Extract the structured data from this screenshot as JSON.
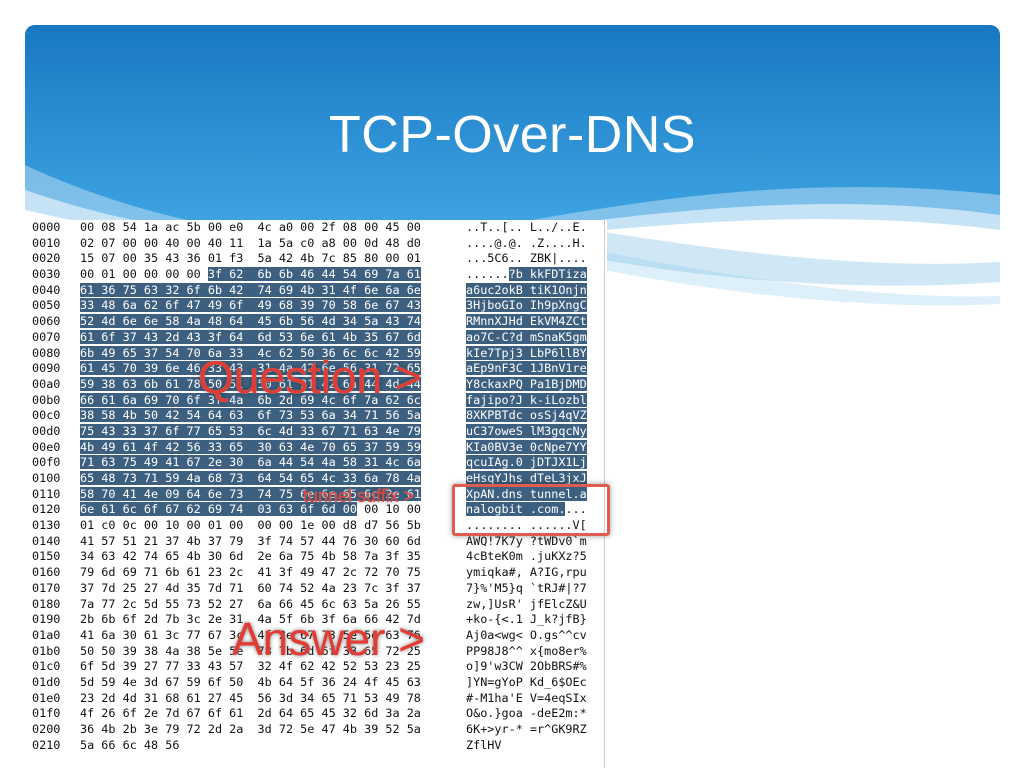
{
  "slide": {
    "title": "TCP-Over-DNS"
  },
  "annotations": {
    "question": "Question >",
    "tunnel_suffix": "tunnel suffix >",
    "answer": "Answer >"
  },
  "colors": {
    "header_blue": "#2f9bd8",
    "highlight": "#3d6080",
    "label_red": "#e33a34"
  },
  "hexdump": [
    {
      "offset": "0000",
      "bytes": "00 08 54 1a ac 5b 00 e0  4c a0 00 2f 08 00 45 00",
      "ascii": "..T..[.. L../..E."
    },
    {
      "offset": "0010",
      "bytes": "02 07 00 00 40 00 40 11  1a 5a c0 a8 00 0d 48 d0",
      "ascii": "....@.@. .Z....H."
    },
    {
      "offset": "0020",
      "bytes": "15 07 00 35 43 36 01 f3  5a 42 4b 7c 85 80 00 01",
      "ascii": "...5C6.. ZBK|...."
    },
    {
      "offset": "0030",
      "bytes": "00 01 00 00 00 00 3f 62  6b 6b 46 44 54 69 7a 61",
      "ascii": "......?b kkFDTiza"
    },
    {
      "offset": "0040",
      "bytes": "61 36 75 63 32 6f 6b 42  74 69 4b 31 4f 6e 6a 6e",
      "ascii": "a6uc2okB tiK1Onjn"
    },
    {
      "offset": "0050",
      "bytes": "33 48 6a 62 6f 47 49 6f  49 68 39 70 58 6e 67 43",
      "ascii": "3HjboGIo Ih9pXngC"
    },
    {
      "offset": "0060",
      "bytes": "52 4d 6e 6e 58 4a 48 64  45 6b 56 4d 34 5a 43 74",
      "ascii": "RMnnXJHd EkVM4ZCt"
    },
    {
      "offset": "0070",
      "bytes": "61 6f 37 43 2d 43 3f 64  6d 53 6e 61 4b 35 67 6d",
      "ascii": "ao7C-C?d mSnaK5gm"
    },
    {
      "offset": "0080",
      "bytes": "6b 49 65 37 54 70 6a 33  4c 62 50 36 6c 6c 42 59",
      "ascii": "kIe7Tpj3 LbP6llBY"
    },
    {
      "offset": "0090",
      "bytes": "61 45 70 39 6e 46 33 43  31 4a 42 6e 56 31 72 65",
      "ascii": "aEp9nF3C 1JBnV1re"
    },
    {
      "offset": "00a0",
      "bytes": "59 38 63 6b 61 78 50 51  50 61 31 42 6a 44 4d 44",
      "ascii": "Y8ckaxPQ Pa1BjDMD"
    },
    {
      "offset": "00b0",
      "bytes": "66 61 6a 69 70 6f 3f 4a  6b 2d 69 4c 6f 7a 62 6c",
      "ascii": "fajipo?J k-iLozbl"
    },
    {
      "offset": "00c0",
      "bytes": "38 58 4b 50 42 54 64 63  6f 73 53 6a 34 71 56 5a",
      "ascii": "8XKPBTdc osSj4qVZ"
    },
    {
      "offset": "00d0",
      "bytes": "75 43 33 37 6f 77 65 53  6c 4d 33 67 71 63 4e 79",
      "ascii": "uC37oweS lM3gqcNy"
    },
    {
      "offset": "00e0",
      "bytes": "4b 49 61 4f 42 56 33 65  30 63 4e 70 65 37 59 59",
      "ascii": "KIa0BV3e 0cNpe7YY"
    },
    {
      "offset": "00f0",
      "bytes": "71 63 75 49 41 67 2e 30  6a 44 54 4a 58 31 4c 6a",
      "ascii": "qcuIAg.0 jDTJX1Lj"
    },
    {
      "offset": "0100",
      "bytes": "65 48 73 71 59 4a 68 73  64 54 65 4c 33 6a 78 4a",
      "ascii": "eHsqYJhs dTeL3jxJ"
    },
    {
      "offset": "0110",
      "bytes": "58 70 41 4e 09 64 6e 73  74 75 6e 6e 65 6c 2e 61",
      "ascii": "XpAN.dns tunnel.a"
    },
    {
      "offset": "0120",
      "bytes": "6e 61 6c 6f 67 62 69 74  03 63 6f 6d 00 00 10 00",
      "ascii": "nalogbit .com...."
    },
    {
      "offset": "0130",
      "bytes": "01 c0 0c 00 10 00 01 00  00 00 1e 00 d8 d7 56 5b",
      "ascii": "........ ......V["
    },
    {
      "offset": "0140",
      "bytes": "41 57 51 21 37 4b 37 79  3f 74 57 44 76 30 60 6d",
      "ascii": "AWQ!7K7y ?tWDv0`m"
    },
    {
      "offset": "0150",
      "bytes": "34 63 42 74 65 4b 30 6d  2e 6a 75 4b 58 7a 3f 35",
      "ascii": "4cBteK0m .juKXz?5"
    },
    {
      "offset": "0160",
      "bytes": "79 6d 69 71 6b 61 23 2c  41 3f 49 47 2c 72 70 75",
      "ascii": "ymiqka#, A?IG,rpu"
    },
    {
      "offset": "0170",
      "bytes": "37 7d 25 27 4d 35 7d 71  60 74 52 4a 23 7c 3f 37",
      "ascii": "7}%'M5}q `tRJ#|?7"
    },
    {
      "offset": "0180",
      "bytes": "7a 77 2c 5d 55 73 52 27  6a 66 45 6c 63 5a 26 55",
      "ascii": "zw,]UsR' jfElcZ&U"
    },
    {
      "offset": "0190",
      "bytes": "2b 6b 6f 2d 7b 3c 2e 31  4a 5f 6b 3f 6a 66 42 7d",
      "ascii": "+ko-{<.1 J_k?jfB}"
    },
    {
      "offset": "01a0",
      "bytes": "41 6a 30 61 3c 77 67 3c  4f 2e 67 73 5e 5e 63 76",
      "ascii": "Aj0a<wg< O.gs^^cv"
    },
    {
      "offset": "01b0",
      "bytes": "50 50 39 38 4a 38 5e 5e  78 7b 6d 6f 38 65 72 25",
      "ascii": "PP98J8^^ x{mo8er%"
    },
    {
      "offset": "01c0",
      "bytes": "6f 5d 39 27 77 33 43 57  32 4f 62 42 52 53 23 25",
      "ascii": "o]9'w3CW 2ObBRS#%"
    },
    {
      "offset": "01d0",
      "bytes": "5d 59 4e 3d 67 59 6f 50  4b 64 5f 36 24 4f 45 63",
      "ascii": "]YN=gYoP Kd_6$OEc"
    },
    {
      "offset": "01e0",
      "bytes": "23 2d 4d 31 68 61 27 45  56 3d 34 65 71 53 49 78",
      "ascii": "#-M1ha'E V=4eqSIx"
    },
    {
      "offset": "01f0",
      "bytes": "4f 26 6f 2e 7d 67 6f 61  2d 64 65 45 32 6d 3a 2a",
      "ascii": "O&o.}goa -deE2m:*"
    },
    {
      "offset": "0200",
      "bytes": "36 4b 2b 3e 79 72 2d 2a  3d 72 5e 47 4b 39 52 5a",
      "ascii": "6K+>yr-* =r^GK9RZ"
    },
    {
      "offset": "0210",
      "bytes": "5a 66 6c 48 56",
      "ascii": "ZflHV"
    }
  ]
}
